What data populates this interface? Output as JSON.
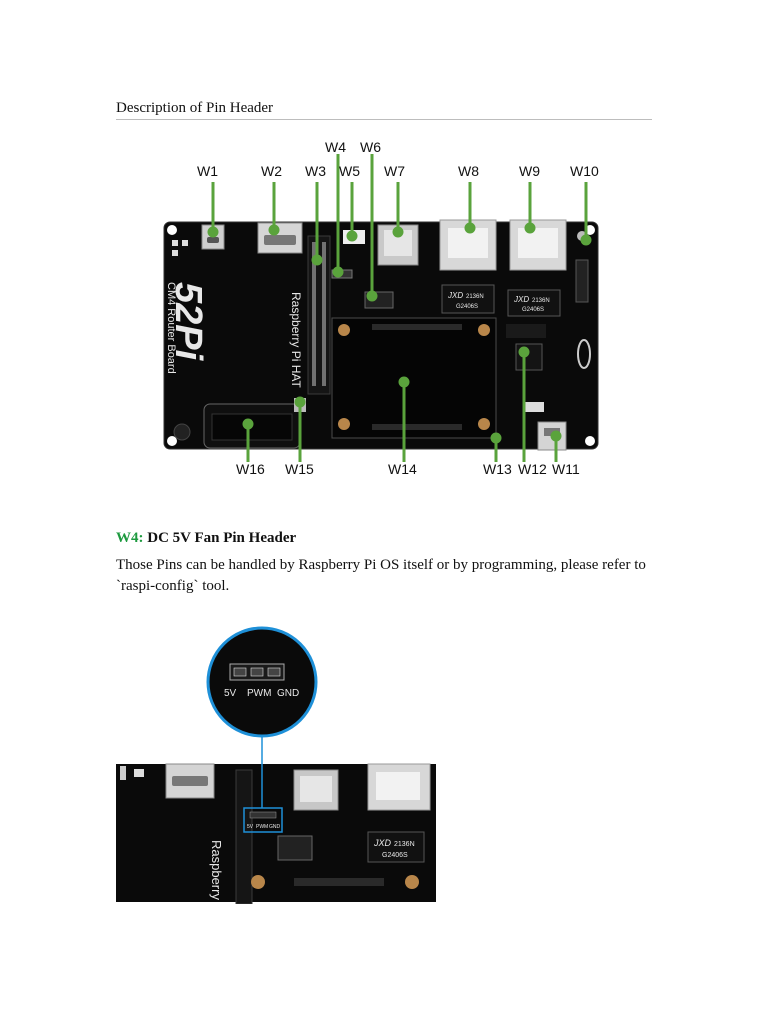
{
  "heading": "Description of Pin Header",
  "board": {
    "brand": "52Pi",
    "model": "CM4 Router Board",
    "hat_label": "Raspberry Pi HAT",
    "chip_brand": "JXD",
    "chip_top_code": "2136N",
    "chip_bottom_code": "G2406S",
    "labels": [
      "W1",
      "W2",
      "W3",
      "W4",
      "W5",
      "W6",
      "W7",
      "W8",
      "W9",
      "W10",
      "W11",
      "W12",
      "W13",
      "W14",
      "W15",
      "W16"
    ]
  },
  "section": {
    "title_prefix": "W4:",
    "title": "DC 5V Fan Pin Header",
    "text": "Those Pins can be handled by Raspberry Pi OS itself or by programming, please refer to `raspi-config` tool."
  },
  "fan_detail": {
    "pins": [
      "5V",
      "PWM",
      "GND"
    ],
    "hat_label_partial": "Raspberry P",
    "accent_color": "#1e90d8"
  },
  "colors": {
    "callout_green": "#5aa33c",
    "title_green": "#1d9a3f",
    "pcb": "#0a0a0a"
  }
}
